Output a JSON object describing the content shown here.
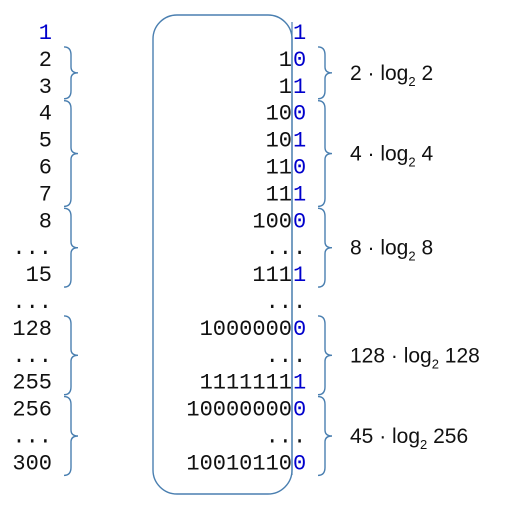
{
  "left_numbers": [
    "1",
    "2",
    "3",
    "4",
    "5",
    "6",
    "7",
    "8",
    "...",
    "15",
    "...",
    "128",
    "...",
    "255",
    "256",
    "...",
    "300"
  ],
  "binary_rows": [
    {
      "prefix": "",
      "last": "1"
    },
    {
      "prefix": "1",
      "last": "0"
    },
    {
      "prefix": "1",
      "last": "1"
    },
    {
      "prefix": "10",
      "last": "0"
    },
    {
      "prefix": "10",
      "last": "1"
    },
    {
      "prefix": "11",
      "last": "0"
    },
    {
      "prefix": "11",
      "last": "1"
    },
    {
      "prefix": "100",
      "last": "0"
    },
    {
      "prefix": "..",
      "last": "."
    },
    {
      "prefix": "111",
      "last": "1"
    },
    {
      "prefix": "..",
      "last": "."
    },
    {
      "prefix": "1000000",
      "last": "0"
    },
    {
      "prefix": "..",
      "last": "."
    },
    {
      "prefix": "1111111",
      "last": "1"
    },
    {
      "prefix": "10000000",
      "last": "0"
    },
    {
      "prefix": "..",
      "last": "."
    },
    {
      "prefix": "10010110",
      "last": "0"
    }
  ],
  "annotations": [
    {
      "coef": "2 · log",
      "base": "2",
      "arg": " 2"
    },
    {
      "coef": "4 · log",
      "base": "2",
      "arg": " 4"
    },
    {
      "coef": "8 · log",
      "base": "2",
      "arg": " 8"
    },
    {
      "coef": "128 · log",
      "base": "2",
      "arg": " 128"
    },
    {
      "coef": "45 · log",
      "base": "2",
      "arg": " 256"
    }
  ],
  "colors": {
    "digit_blue": "#0000cc",
    "brace": "#4a7fb0",
    "text": "#111111"
  }
}
